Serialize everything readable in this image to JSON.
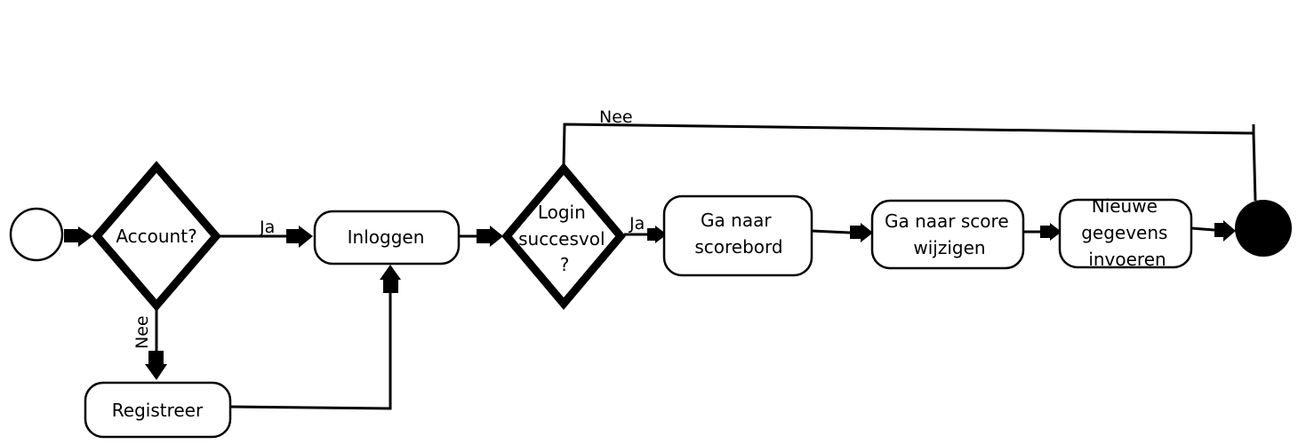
{
  "nodes": {
    "decision_account": "Account?",
    "inloggen": "Inloggen",
    "registreer": "Registreer",
    "decision_login": [
      "Login",
      "succesvol",
      "?"
    ],
    "scorebord": [
      "Ga naar",
      "scorebord"
    ],
    "score_wijzigen": [
      "Ga naar score",
      "wijzigen"
    ],
    "gegevens_invoeren": [
      "Nieuwe",
      "gegevens",
      "invoeren"
    ]
  },
  "edges": {
    "account_ja": "Ja",
    "account_nee": "Nee",
    "login_ja": "Ja",
    "login_nee": "Nee"
  }
}
